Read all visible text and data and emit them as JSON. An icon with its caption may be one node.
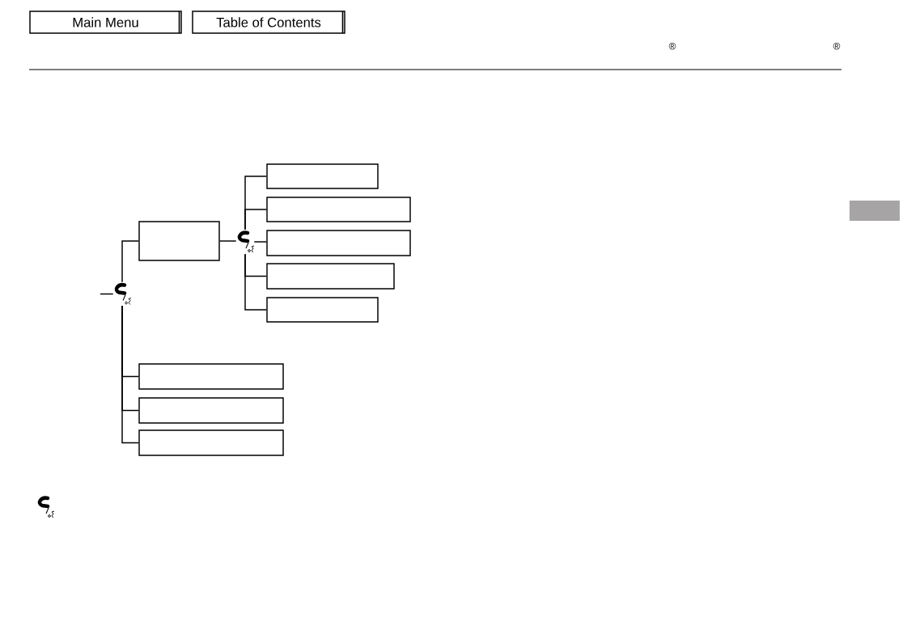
{
  "diagram": {
    "nodes": [
      {
        "text": [
          "Main Menu"
        ]
      },
      {
        "text": [
          "Table of Contents"
        ]
      },
      {
        "text": [],
        "shape": "picture"
      },
      {
        "text": [],
        "shape": "box"
      },
      {
        "text": [],
        "shape": "picture"
      },
      {
        "text": [],
        "shape": "box"
      },
      {
        "text": [],
        "shape": "box"
      },
      {
        "text": [],
        "shape": "box"
      },
      {
        "text": [],
        "shape": "box"
      },
      {
        "text": [],
        "shape": "box"
      },
      {
        "text": [],
        "shape": "box"
      },
      {
        "text": [],
        "shape": "box"
      },
      {
        "text": [],
        "shape": "box"
      }
    ],
    "edges": [
      {
        "from": null,
        "to": 2,
        "arrow": "none"
      },
      {
        "from": 2,
        "to": 3,
        "arrow": "none"
      },
      {
        "from": 2,
        "to": 10,
        "arrow": "none"
      },
      {
        "from": 2,
        "to": 11,
        "arrow": "none"
      },
      {
        "from": 2,
        "to": 12,
        "arrow": "none"
      },
      {
        "from": 3,
        "to": 4,
        "arrow": "none"
      },
      {
        "from": 4,
        "to": 5,
        "arrow": "none"
      },
      {
        "from": 4,
        "to": 6,
        "arrow": "none"
      },
      {
        "from": 4,
        "to": 7,
        "arrow": "none"
      },
      {
        "from": 4,
        "to": 8,
        "arrow": "none"
      },
      {
        "from": 4,
        "to": 9,
        "arrow": "none"
      }
    ],
    "labels": [
      "®",
      "®"
    ]
  }
}
